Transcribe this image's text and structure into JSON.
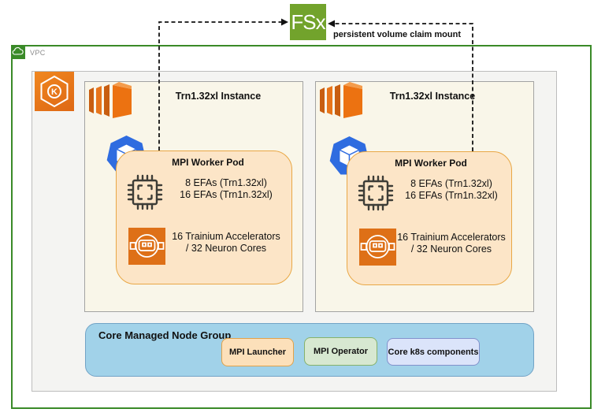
{
  "diagram": {
    "fsx": {
      "label": "FSx",
      "color": "#72A32C"
    },
    "pvc_arrow_label": "persistent volume claim mount",
    "vpc": {
      "label": "VPC",
      "border_color": "#3A8A28"
    },
    "instances": [
      {
        "title": "Trn1.32xl Instance",
        "pod": {
          "title": "MPI Worker Pod",
          "efa_line1": "8 EFAs (Trn1.32xl)",
          "efa_line2": "16 EFAs (Trn1n.32xl)",
          "trainium_line1": "16 Trainium Accelerators",
          "trainium_line2": "/ 32 Neuron Cores"
        }
      },
      {
        "title": "Trn1.32xl Instance",
        "pod": {
          "title": "MPI Worker Pod",
          "efa_line1": "8 EFAs (Trn1.32xl)",
          "efa_line2": "16 EFAs (Trn1n.32xl)",
          "trainium_line1": "16 Trainium Accelerators",
          "trainium_line2": "/ 32 Neuron Cores"
        }
      }
    ],
    "node_group": {
      "title": "Core Managed Node Group",
      "bg": "#A1D2E9",
      "components": [
        {
          "label": "MPI Launcher",
          "bg": "#FCE0BA",
          "border": "#E1A24A"
        },
        {
          "label": "MPI Operator",
          "bg": "#D7E8D1",
          "border": "#86B26B"
        },
        {
          "label": "Core k8s components",
          "bg": "#DBE4FA",
          "border": "#8291CC"
        }
      ]
    },
    "icons": {
      "vpc": "vpc-cloud-icon",
      "eks": "eks-kubernetes-icon",
      "ec2": "ec2-instances-icon",
      "pod": "k8s-pod-icon",
      "efa": "efa-chip-icon",
      "trainium": "trainium-accelerator-icon"
    },
    "colors": {
      "instance_bg": "#F9F6E9",
      "pod_box_bg": "#FCE5C7",
      "pod_box_border": "#E9A745",
      "pod_icon_blue": "#2F6CE0",
      "eks_orange": "#ED7211",
      "trainium_orange": "#DE7017",
      "arrow_black": "#111111"
    }
  }
}
